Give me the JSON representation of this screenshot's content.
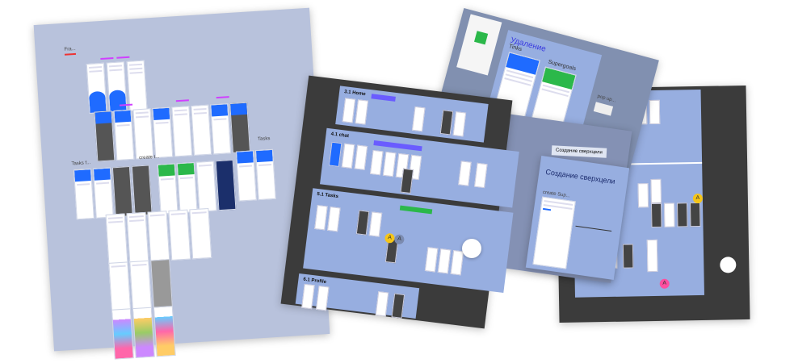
{
  "left_board": {
    "frame_label": "Fra...",
    "tasks_label": "Tasks f...",
    "create_label": "create t...",
    "tasks2_label": "Tasks"
  },
  "dark_board": {
    "sections": [
      "3.1 Home",
      "4.1 chat",
      "5.1 Tasks",
      "6.1 Profile"
    ]
  },
  "top_board": {
    "title": "Удаление",
    "col1": "Tinks",
    "col2": "Supergoals",
    "popup": "pop up..."
  },
  "create_board": {
    "tab": "Создание сверхцели",
    "title": "Создание сверхцели",
    "sub": "create Sup..."
  },
  "colors": {
    "board_light": "#b8c2dc",
    "board_dark": "#3b3b3b",
    "section": "#97aee0",
    "accent": "#1f6bff",
    "green": "#2bb84a"
  }
}
